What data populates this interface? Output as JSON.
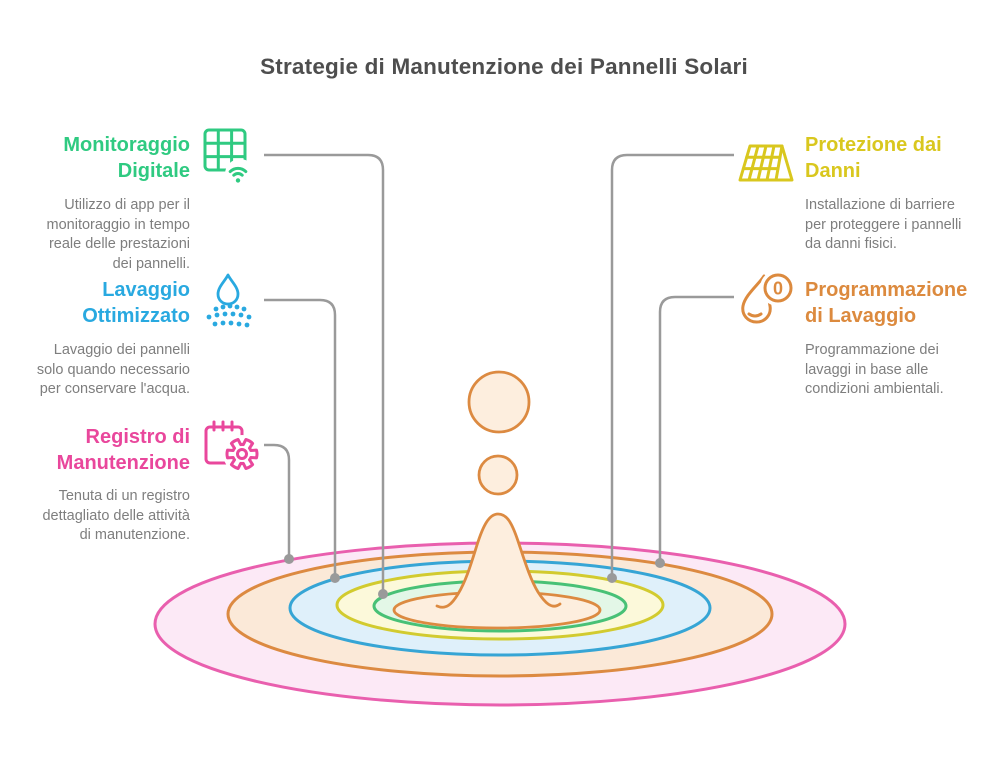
{
  "title": "Strategie di Manutenzione dei Pannelli Solari",
  "items": [
    {
      "id": "monitoraggio-digitale",
      "heading": "Monitoraggio\nDigitale",
      "description": "Utilizzo di app per il\nmonitoraggio in tempo\nreale delle prestazioni\ndei pannelli.",
      "color": "#2fca81",
      "icon": "solar-panel-wifi",
      "side": "left",
      "linked_ring": "green"
    },
    {
      "id": "lavaggio-ottimizzato",
      "heading": "Lavaggio\nOttimizzato",
      "description": "Lavaggio dei pannelli\nsolo quando necessario\nper conservare l'acqua.",
      "color": "#29a9e0",
      "icon": "water-drop-spray",
      "side": "left",
      "linked_ring": "blue"
    },
    {
      "id": "registro-di-manutenzione",
      "heading": "Registro di\nManutenzione",
      "description": "Tenuta di un registro\ndettagliato delle attività\ndi manutenzione.",
      "color": "#e9479c",
      "icon": "calendar-gear",
      "side": "left",
      "linked_ring": "pink"
    },
    {
      "id": "protezione-dai-danni",
      "heading": "Protezione dai\nDanni",
      "description": "Installazione di barriere\nper proteggere i pannelli\nda danni fisici.",
      "color": "#d9c71e",
      "icon": "tilted-solar-panel",
      "side": "right",
      "linked_ring": "yellow"
    },
    {
      "id": "programmazione-di-lavaggio",
      "heading": "Programmazione\ndi Lavaggio",
      "description": "Programmazione dei\nlavaggi in base alle\ncondizioni ambientali.",
      "color": "#dc8a3e",
      "icon": "water-drop-timer",
      "icon_text": "0",
      "side": "right",
      "linked_ring": "orange"
    }
  ],
  "illustration": {
    "type": "water-splash-ripples",
    "connector_color": "#9a9a9a",
    "rings": [
      {
        "name": "pink",
        "stroke": "#e95fae",
        "fill": "#fce9f6"
      },
      {
        "name": "orange",
        "stroke": "#dc8a41",
        "fill": "#fbe9d8"
      },
      {
        "name": "blue",
        "stroke": "#36a5d5",
        "fill": "#dff0fa"
      },
      {
        "name": "yellow",
        "stroke": "#d2cb2f",
        "fill": "#fcf9da"
      },
      {
        "name": "green",
        "stroke": "#48c176",
        "fill": "#e3f7e7"
      },
      {
        "name": "crater",
        "stroke": "#dc8a41",
        "fill": "#fdeede"
      }
    ],
    "splash": {
      "stroke": "#dc8a41",
      "fill": "#fdeede"
    }
  }
}
